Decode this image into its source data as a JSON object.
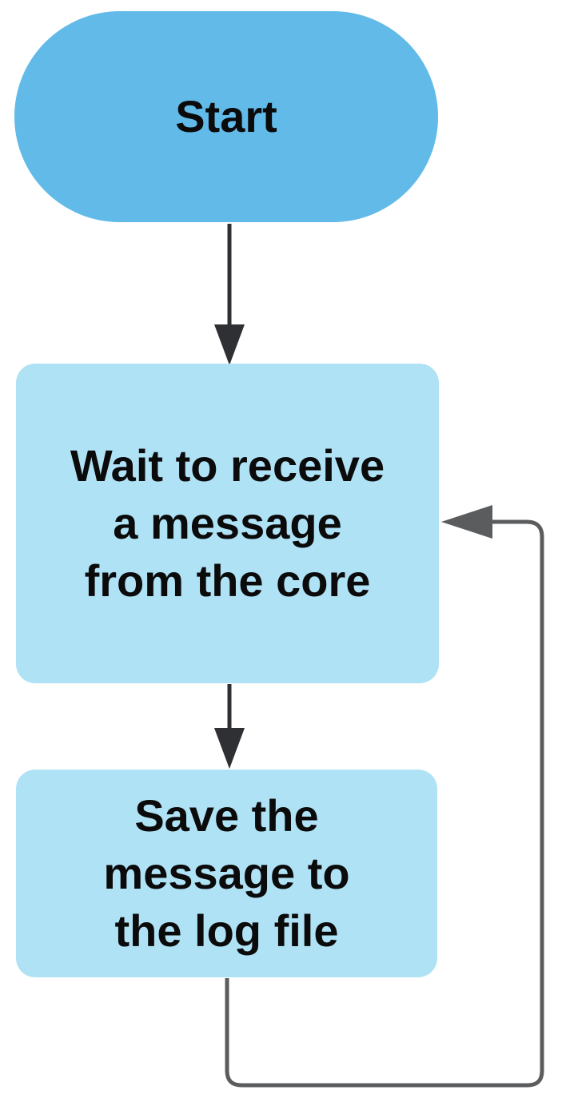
{
  "diagram": {
    "type": "flowchart",
    "colors": {
      "terminator_fill": "#61bae8",
      "process_fill": "#b0e2f6",
      "edge_stroke": "#2f3033",
      "loop_stroke": "#5a5c5e",
      "text_color": "#0b0b0b"
    },
    "nodes": [
      {
        "id": "start",
        "shape": "terminator",
        "label": "Start"
      },
      {
        "id": "wait",
        "shape": "process",
        "label": "Wait to receive a message from the core",
        "lines": [
          "Wait to receive",
          "a message",
          "from the core"
        ]
      },
      {
        "id": "save",
        "shape": "process",
        "label": "Save the message to the log file",
        "lines": [
          "Save the",
          "message to",
          "the log file"
        ]
      }
    ],
    "edges": [
      {
        "from": "start",
        "to": "wait",
        "style": "straight-down",
        "color": "#2f3033"
      },
      {
        "from": "wait",
        "to": "save",
        "style": "straight-down",
        "color": "#2f3033"
      },
      {
        "from": "save",
        "to": "wait",
        "style": "loop-right-up",
        "color": "#5a5c5e"
      }
    ]
  }
}
